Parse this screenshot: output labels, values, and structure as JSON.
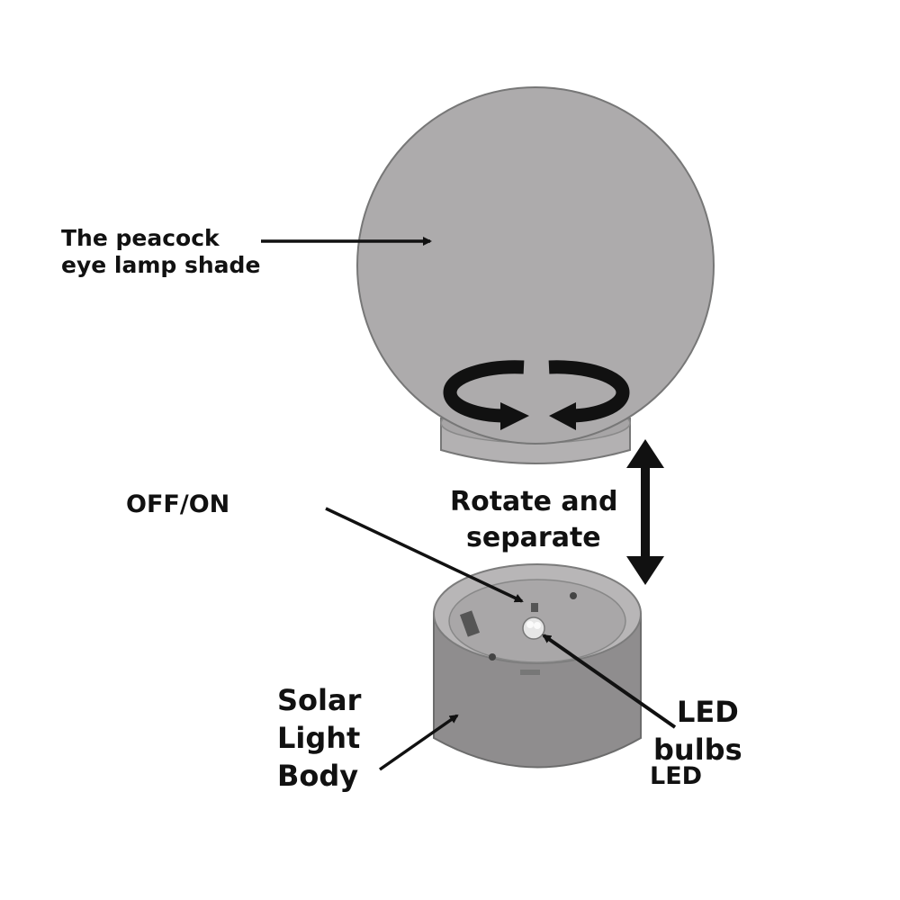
{
  "labels": {
    "shade": [
      "The peacock",
      "eye lamp shade"
    ],
    "off_on": "OFF/ON",
    "rotate": [
      "Rotate and",
      "separate"
    ],
    "body": [
      "Solar",
      "Light",
      "Body"
    ],
    "led_bulbs": [
      "LED",
      "bulbs"
    ],
    "led_extra": "LED"
  },
  "colors": {
    "shade_fill": "#adabac",
    "shade_stroke": "#777777",
    "body_fill": "#8f8d8e",
    "body_top": "#b8b6b7",
    "body_inner": "#a9a7a8",
    "arrow": "#111111",
    "text": "#111111"
  }
}
